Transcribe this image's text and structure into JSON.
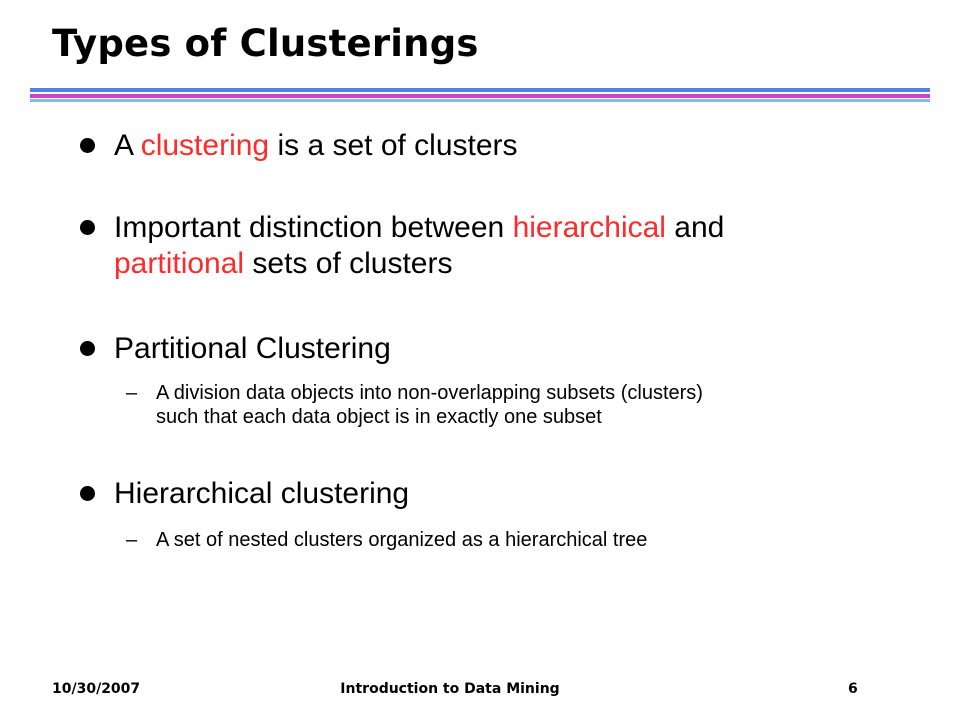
{
  "slide": {
    "title": "Types of Clusterings",
    "colors": {
      "highlight": "#ff2a2a",
      "rule_blue": "#4f81e8",
      "rule_magenta": "#cc44cc",
      "rule_lightblue": "#7fbfe6"
    },
    "bullets": [
      {
        "parts": [
          "A ",
          "clustering",
          " is a set of clusters"
        ]
      },
      {
        "line1": [
          "Important distinction between ",
          "hierarchical",
          " and"
        ],
        "line2": [
          "partitional",
          " sets of clusters"
        ]
      },
      {
        "text": "Partitional Clustering",
        "sub": {
          "dash": "–",
          "line1": "A division data objects into non-overlapping subsets (clusters)",
          "line2": "such that each data object is in exactly one subset"
        }
      },
      {
        "text": "Hierarchical clustering",
        "sub": {
          "dash": "–",
          "line1": "A set of nested clusters organized as a hierarchical tree"
        }
      }
    ]
  },
  "footer": {
    "date": "10/30/2007",
    "course": "Introduction to Data Mining",
    "page": "6"
  }
}
